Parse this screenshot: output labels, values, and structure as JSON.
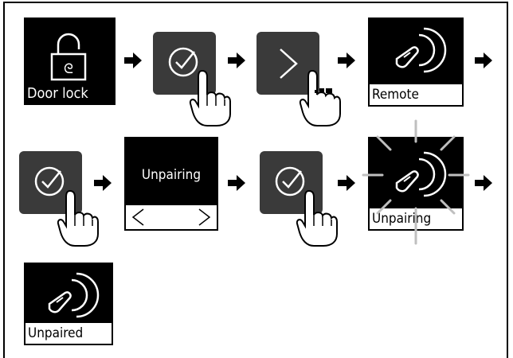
{
  "steps": {
    "door_lock": {
      "label": "Door lock",
      "icon": "padlock-icon"
    },
    "confirm": {
      "icon": "checkmark-circle-icon"
    },
    "next": {
      "icon": "chevron-right-icon"
    },
    "remote": {
      "label": "Remote",
      "icon": "remote-key-icon"
    },
    "unpairing_menu": {
      "title": "Unpairing",
      "left_icon": "chevron-left-icon",
      "right_icon": "chevron-right-icon"
    },
    "unpairing_progress": {
      "label": "Unpairing",
      "icon": "remote-key-blinking-icon"
    },
    "unpaired": {
      "label": "Unpaired",
      "icon": "remote-key-icon"
    }
  },
  "colors": {
    "tile": "#000000",
    "button": "#3a3a3a",
    "flash": "#bfbfbf"
  }
}
